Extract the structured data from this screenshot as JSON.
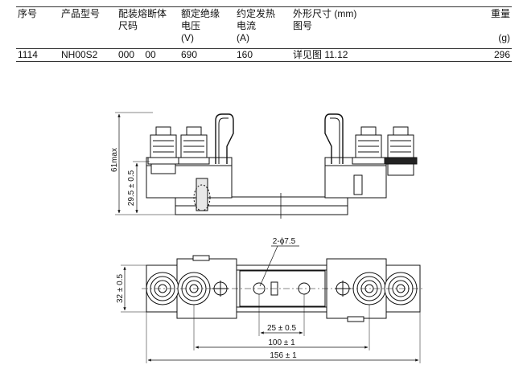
{
  "table": {
    "headers": {
      "seq": "序号",
      "model": "产品型号",
      "fuse_size": [
        "配装熔断体",
        "尺码"
      ],
      "voltage": [
        "额定绝缘",
        "电压",
        "(V)"
      ],
      "current": [
        "约定发热",
        "电流",
        "(A)"
      ],
      "dimensions": [
        "外形尺寸 (mm)",
        "图号"
      ],
      "weight": [
        "重量",
        "",
        "(g)"
      ]
    },
    "row": {
      "seq": "1114",
      "model": "NH00S2",
      "fuse_size": "000    00",
      "voltage": "690",
      "current": "160",
      "dimensions": "详见图 11.12",
      "weight": "296"
    }
  },
  "drawing": {
    "side_view": {
      "height_max": "61max",
      "height_mount": "29.5 ± 0.5"
    },
    "top_view": {
      "hole_spec": "2-ϕ7.5",
      "width": "32 ± 0.5",
      "dim_inner": "25 ± 0.5",
      "dim_mid": "100 ± 1",
      "dim_overall": "156 ± 1"
    }
  }
}
